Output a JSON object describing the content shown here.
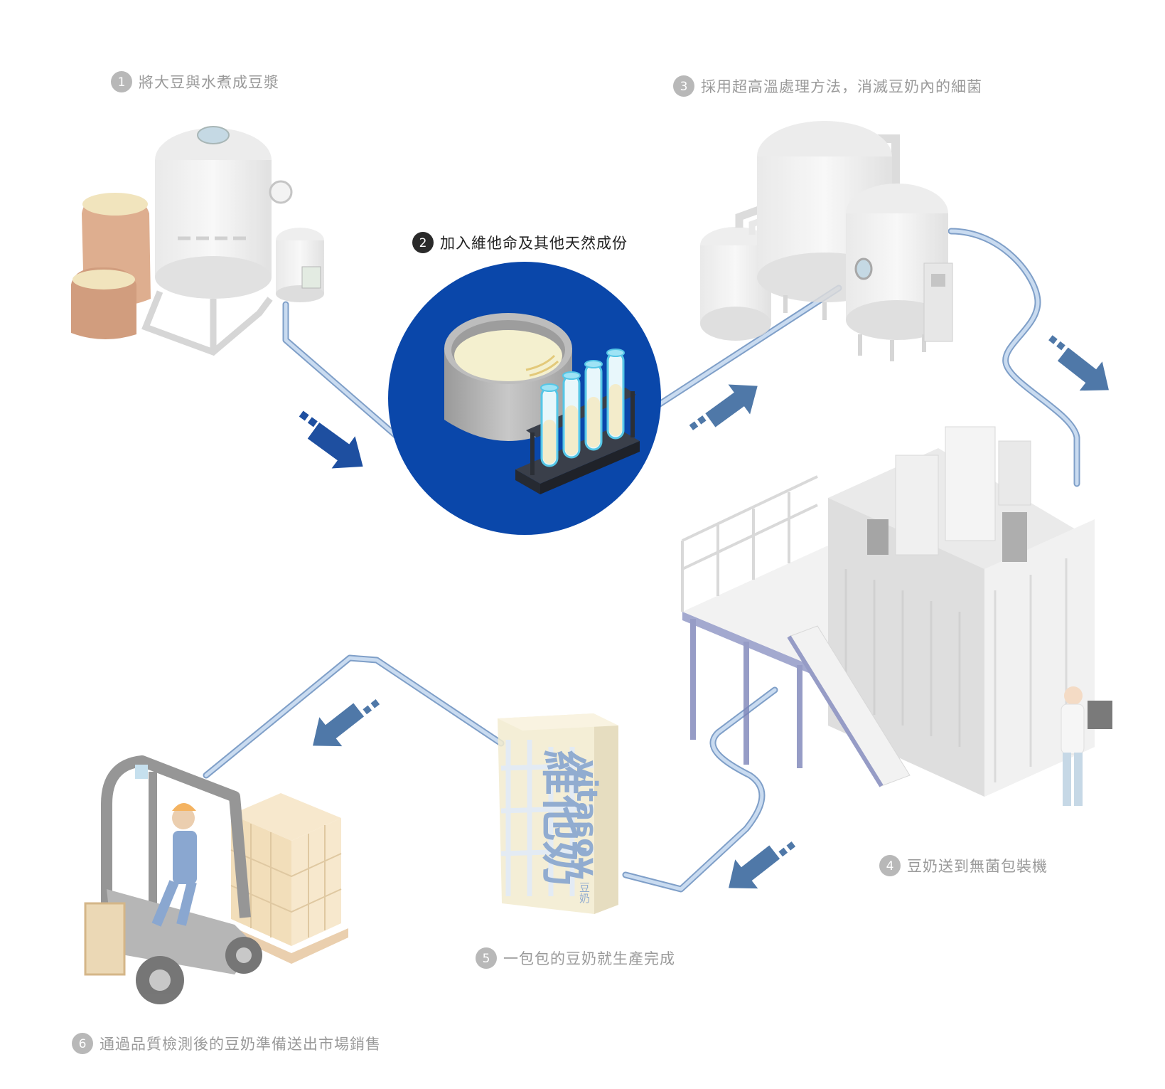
{
  "steps": [
    {
      "number": "1",
      "label": "將大豆與水煮成豆漿"
    },
    {
      "number": "2",
      "label": "加入維他命及其他天然成份"
    },
    {
      "number": "3",
      "label": "採用超高溫處理方法，消滅豆奶內的細菌"
    },
    {
      "number": "4",
      "label": "豆奶送到無菌包裝機"
    },
    {
      "number": "5",
      "label": "一包包的豆奶就生產完成"
    },
    {
      "number": "6",
      "label": "通過品質檢測後的豆奶準備送出市場銷售"
    }
  ],
  "active_step": "2",
  "carton": {
    "brand_cn": "維他奶",
    "brand_en": "vitasoy",
    "product_cn": "豆奶"
  },
  "colors": {
    "accent_blue": "#0a47aa",
    "arrow_blue": "#4f78a8",
    "pipe_fill": "#b6cde9",
    "pipe_edge": "#7f9fc8",
    "muted_text": "#9a9a9a"
  }
}
